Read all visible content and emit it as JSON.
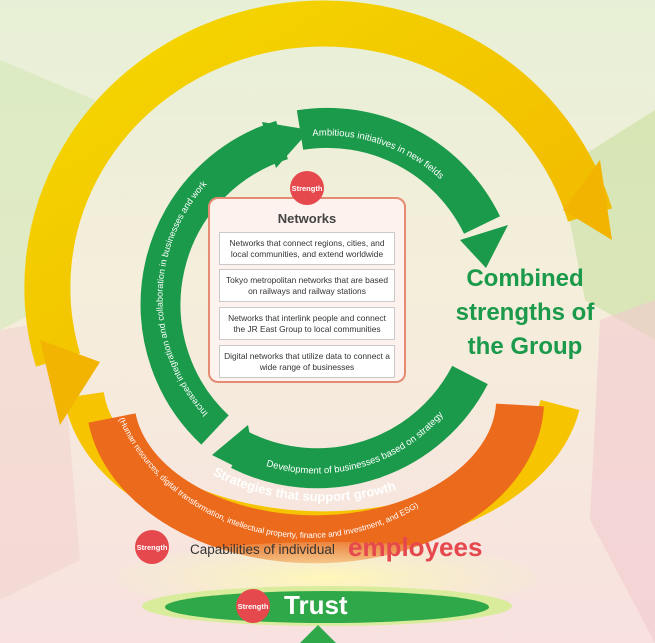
{
  "networks": {
    "badge": "Strength",
    "title": "Networks",
    "items": [
      "Networks that connect regions, cities, and local communities, and extend worldwide",
      "Tokyo metropolitan networks that are based on railways and railway stations",
      "Networks that interlink people and connect the JR East Group to local communities",
      "Digital networks that utilize data to connect a wide range of businesses"
    ]
  },
  "cycle": {
    "top_arrow": "Ambitious initiatives in new fields",
    "left_arrow": "Increased integration and collaboration in businesses and work",
    "bottom_arrow": "Development of businesses based on strategy"
  },
  "combined": "Combined\nstrengths of\nthe Group",
  "strategies": {
    "title": "Strategies that support growth",
    "detail": "(Human resources, digital transformation, intellectual property, finance and investment, and ESG)"
  },
  "capabilities": {
    "badge": "Strength",
    "label": "Capabilities of individual",
    "emphasis": "employees"
  },
  "trust": {
    "badge": "Strength",
    "label": "Trust"
  },
  "colors": {
    "green": "#1a9a4a",
    "yellow": "#f6c400",
    "orange": "#ec6a1c",
    "red_badge": "#e5484d",
    "light_green": "#c8e49a"
  }
}
